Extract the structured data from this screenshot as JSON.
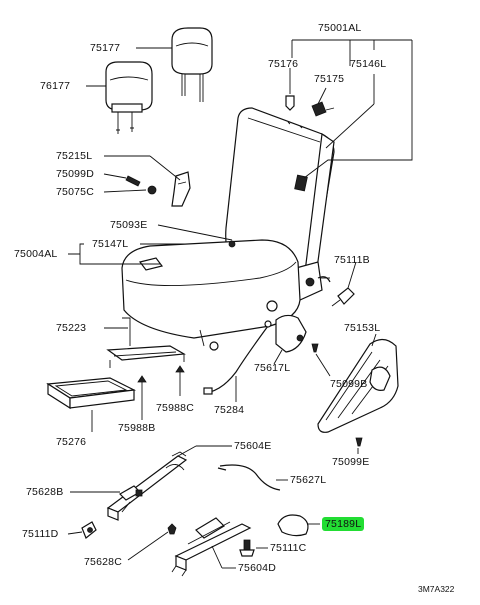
{
  "diagram": {
    "labels": {
      "l75001AL": "75001AL",
      "l75177": "75177",
      "l76177": "76177",
      "l75176": "75176",
      "l75175": "75175",
      "l75146L": "75146L",
      "l75215L": "75215L",
      "l75099D": "75099D",
      "l75075C": "75075C",
      "l75093E": "75093E",
      "l75004AL": "75004AL",
      "l75147L": "75147L",
      "l75111B": "75111B",
      "l75223": "75223",
      "l75153L": "75153L",
      "l75617L": "75617L",
      "l75099B": "75099B",
      "l75988C": "75988C",
      "l75284": "75284",
      "l75276": "75276",
      "l75988B": "75988B",
      "l75099E": "75099E",
      "l75604E": "75604E",
      "l75627L": "75627L",
      "l75628B": "75628B",
      "l75189L": "75189L",
      "l75111D": "75111D",
      "l75111C": "75111C",
      "l75628C": "75628C",
      "l75604D": "75604D"
    },
    "highlight_color": "#22dd33",
    "diagram_code": "3M7A322"
  }
}
